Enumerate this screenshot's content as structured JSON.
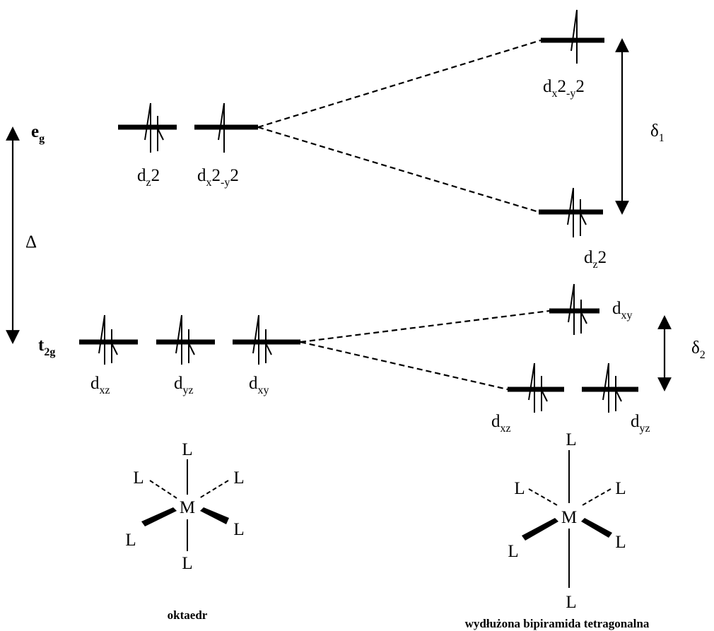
{
  "left_labels": {
    "eg": {
      "base": "e",
      "sub": "g"
    },
    "t2g": {
      "base": "t",
      "sub": "2g"
    },
    "delta": "Δ"
  },
  "right_labels": {
    "delta1": {
      "base": "δ",
      "sub": "1"
    },
    "delta2": {
      "base": "δ",
      "sub": "2"
    }
  },
  "orbitals": {
    "oct_dz2": {
      "base": "d",
      "sub1": "z",
      "sup": "2"
    },
    "oct_dx2y2": {
      "base": "d",
      "sub_a": "x",
      "sup_a": "2",
      "mid": "-y",
      "sup_b": "2"
    },
    "oct_dxz": {
      "base": "d",
      "sub": "xz"
    },
    "oct_dyz": {
      "base": "d",
      "sub": "yz"
    },
    "oct_dxy": {
      "base": "d",
      "sub": "xy"
    },
    "tet_dx2y2": {
      "base": "d",
      "sub_a": "x",
      "sup_a": "2",
      "mid": "-y",
      "sup_b": "2"
    },
    "tet_dz2": {
      "base": "d",
      "sub1": "z",
      "sup": "2"
    },
    "tet_dxy": {
      "base": "d",
      "sub": "xy"
    },
    "tet_dxz": {
      "base": "d",
      "sub": "xz"
    },
    "tet_dyz": {
      "base": "d",
      "sub": "yz"
    }
  },
  "molecules": {
    "metal": "M",
    "ligand": "L",
    "octahedral_caption": "oktaedr",
    "tetragonal_caption": "wydłużona bipiramida tetragonalna"
  }
}
